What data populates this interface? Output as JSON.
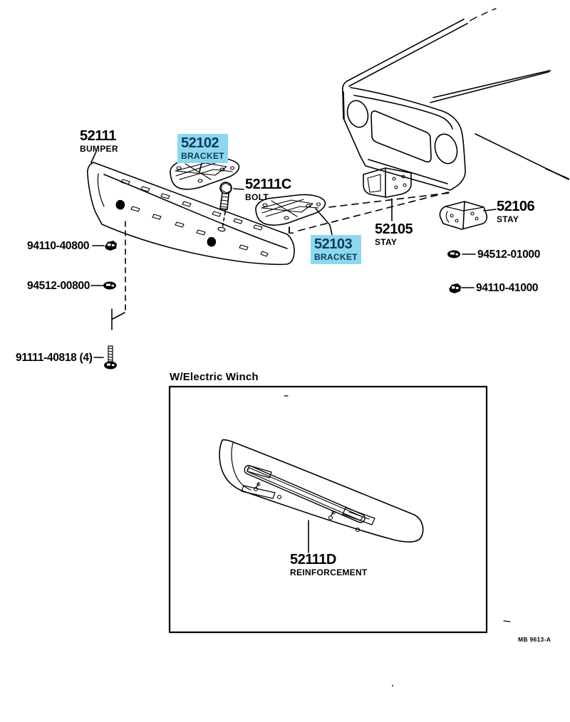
{
  "colors": {
    "highlight": "#8ed7f0",
    "highlight_ink": "#0e3a5a",
    "ink": "#000000",
    "background": "#ffffff"
  },
  "parts": {
    "bumper": {
      "code": "52111",
      "name": "BUMPER"
    },
    "bracket_upper": {
      "code": "52102",
      "name": "BRACKET",
      "highlighted": true
    },
    "bolt": {
      "code": "52111C",
      "name": "BOLT"
    },
    "bracket_lower": {
      "code": "52103",
      "name": "BRACKET",
      "highlighted": true
    },
    "stay_inner": {
      "code": "52105",
      "name": "STAY"
    },
    "stay_outer": {
      "code": "52106",
      "name": "STAY"
    },
    "reinforcement": {
      "code": "52111D",
      "name": "REINFORCEMENT"
    }
  },
  "fasteners": {
    "nut_left": "94110-40800",
    "washer_left": "94512-00800",
    "washer_right": "94512-01000",
    "nut_right": "94110-41000",
    "bolt_set": "91111-40818 (4)"
  },
  "inset": {
    "title": "W/Electric Winch"
  },
  "markers": {
    "position": "L"
  },
  "footer": {
    "doc_code": "MB 9613-A"
  }
}
